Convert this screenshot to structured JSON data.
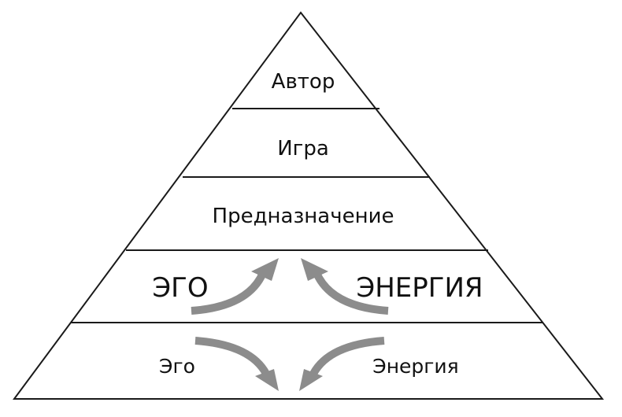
{
  "pyramid": {
    "levels": [
      {
        "label": "Автор"
      },
      {
        "label": "Игра"
      },
      {
        "label": "Предназначение"
      },
      {
        "left": "ЭГО",
        "right": "ЭНЕРГИЯ"
      },
      {
        "left": "Эго",
        "right": "Энергия"
      }
    ]
  },
  "colors": {
    "line": "#1a1a1a",
    "arrow": "#8c8c8c",
    "text": "#111111",
    "background": "#ffffff"
  }
}
